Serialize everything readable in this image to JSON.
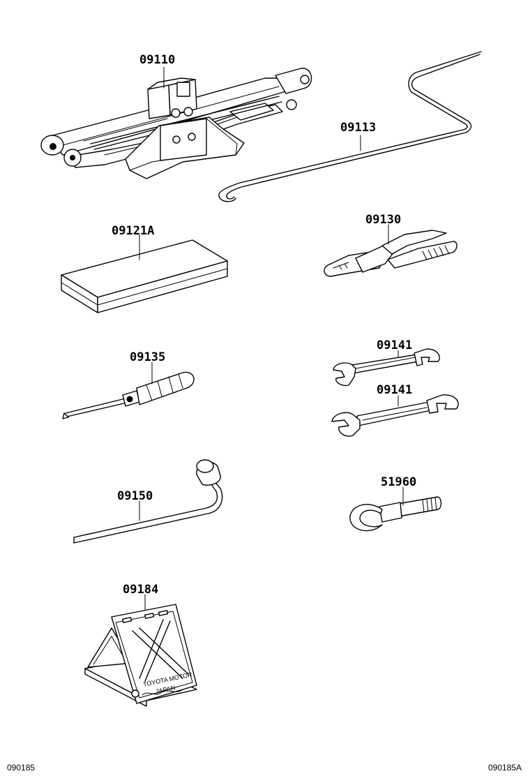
{
  "parts": [
    {
      "id": "jack",
      "callout": "09110"
    },
    {
      "id": "jack-handle",
      "callout": "09113"
    },
    {
      "id": "tool-bag",
      "callout": "09121A"
    },
    {
      "id": "pliers",
      "callout": "09130"
    },
    {
      "id": "screwdriver",
      "callout": "09135"
    },
    {
      "id": "wrench-upper",
      "callout": "09141"
    },
    {
      "id": "wrench-lower",
      "callout": "09141"
    },
    {
      "id": "lug-wrench",
      "callout": "09150"
    },
    {
      "id": "towing-eye",
      "callout": "51960"
    },
    {
      "id": "wheel-chock",
      "callout": "09184",
      "stamp_line1": "TOYOTA MOTOR",
      "stamp_line2": "JAPAN"
    }
  ],
  "footer": {
    "left_code": "090185",
    "right_code": "090185A"
  }
}
